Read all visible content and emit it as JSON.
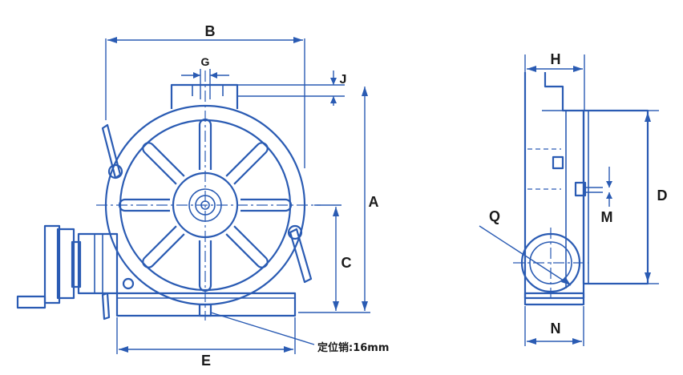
{
  "labels": {
    "A": "A",
    "B": "B",
    "C": "C",
    "D": "D",
    "E": "E",
    "G": "G",
    "H": "H",
    "J": "J",
    "M": "M",
    "N": "N",
    "Q": "Q"
  },
  "notes": {
    "locating_pin": "定位销:16mm"
  },
  "colors": {
    "line": "#2a5bb3",
    "text": "#1a1a1a",
    "background": "#ffffff"
  }
}
